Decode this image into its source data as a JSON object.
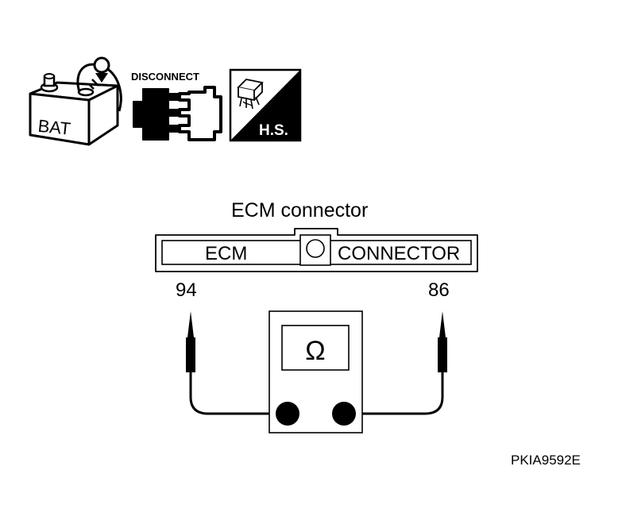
{
  "icons": {
    "battery": {
      "label": "BAT",
      "icon": "battery-disconnect-icon"
    },
    "disconnect": {
      "label": "DISCONNECT",
      "icon": "connector-disconnect-icon"
    },
    "harness": {
      "label": "H.S.",
      "icon": "harness-side-icon"
    }
  },
  "connector": {
    "title": "ECM connector",
    "left_text": "ECM",
    "right_text": "CONNECTOR"
  },
  "probes": {
    "left_terminal": "94",
    "right_terminal": "86"
  },
  "meter": {
    "symbol": "Ω",
    "icon": "ohmmeter-icon"
  },
  "figure_code": "PKIA9592E",
  "colors": {
    "ink": "#000000",
    "paper": "#ffffff"
  }
}
